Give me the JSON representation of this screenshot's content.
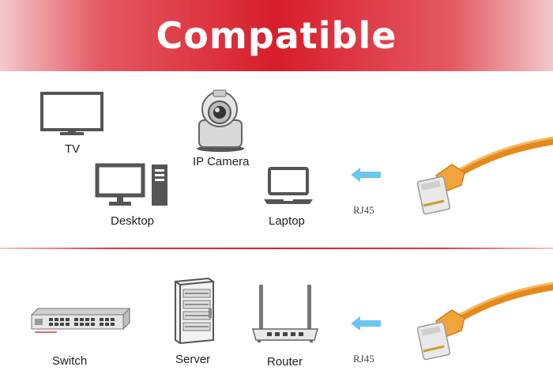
{
  "banner": {
    "title": "Compatible"
  },
  "section_top": {
    "devices": [
      {
        "icon": "tv-icon",
        "label": "TV"
      },
      {
        "icon": "ip-camera-icon",
        "label": "IP Camera"
      },
      {
        "icon": "desktop-computer-icon",
        "label": "Desktop"
      },
      {
        "icon": "laptop-icon",
        "label": "Laptop"
      }
    ],
    "connector_label": "RJ45",
    "colors": {
      "arrow": "#6cc6f0",
      "cable": "#f2a33a"
    }
  },
  "section_bottom": {
    "devices": [
      {
        "icon": "network-switch-icon",
        "label": "Switch"
      },
      {
        "icon": "server-rack-icon",
        "label": "Server"
      },
      {
        "icon": "router-icon",
        "label": "Router"
      }
    ],
    "connector_label": "RJ45",
    "colors": {
      "arrow": "#6cc6f0",
      "cable": "#f2a33a"
    }
  },
  "colors": {
    "banner_red": "#d81d2b",
    "icon_gray": "#555555"
  }
}
